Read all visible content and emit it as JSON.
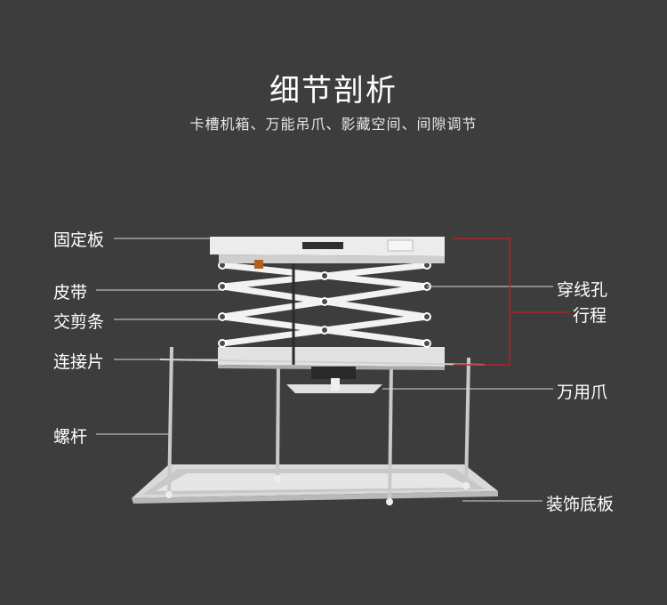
{
  "header": {
    "title": "细节剖析",
    "subtitle": "卡槽机箱、万能吊爪、影藏空间、间隙调节"
  },
  "labels": {
    "fixed_plate": "固定板",
    "belt": "皮带",
    "scissor_bar": "交剪条",
    "connector": "连接片",
    "screw_rod": "螺杆",
    "threading_hole": "穿线孔",
    "stroke": "行程",
    "universal_claw": "万用爪",
    "decorative_base": "装饰底板"
  },
  "colors": {
    "background": "#3d3d3d",
    "leader_line": "#d8d8d8",
    "stroke_bracket": "#b3202a",
    "metal": "#e9e9e9"
  }
}
